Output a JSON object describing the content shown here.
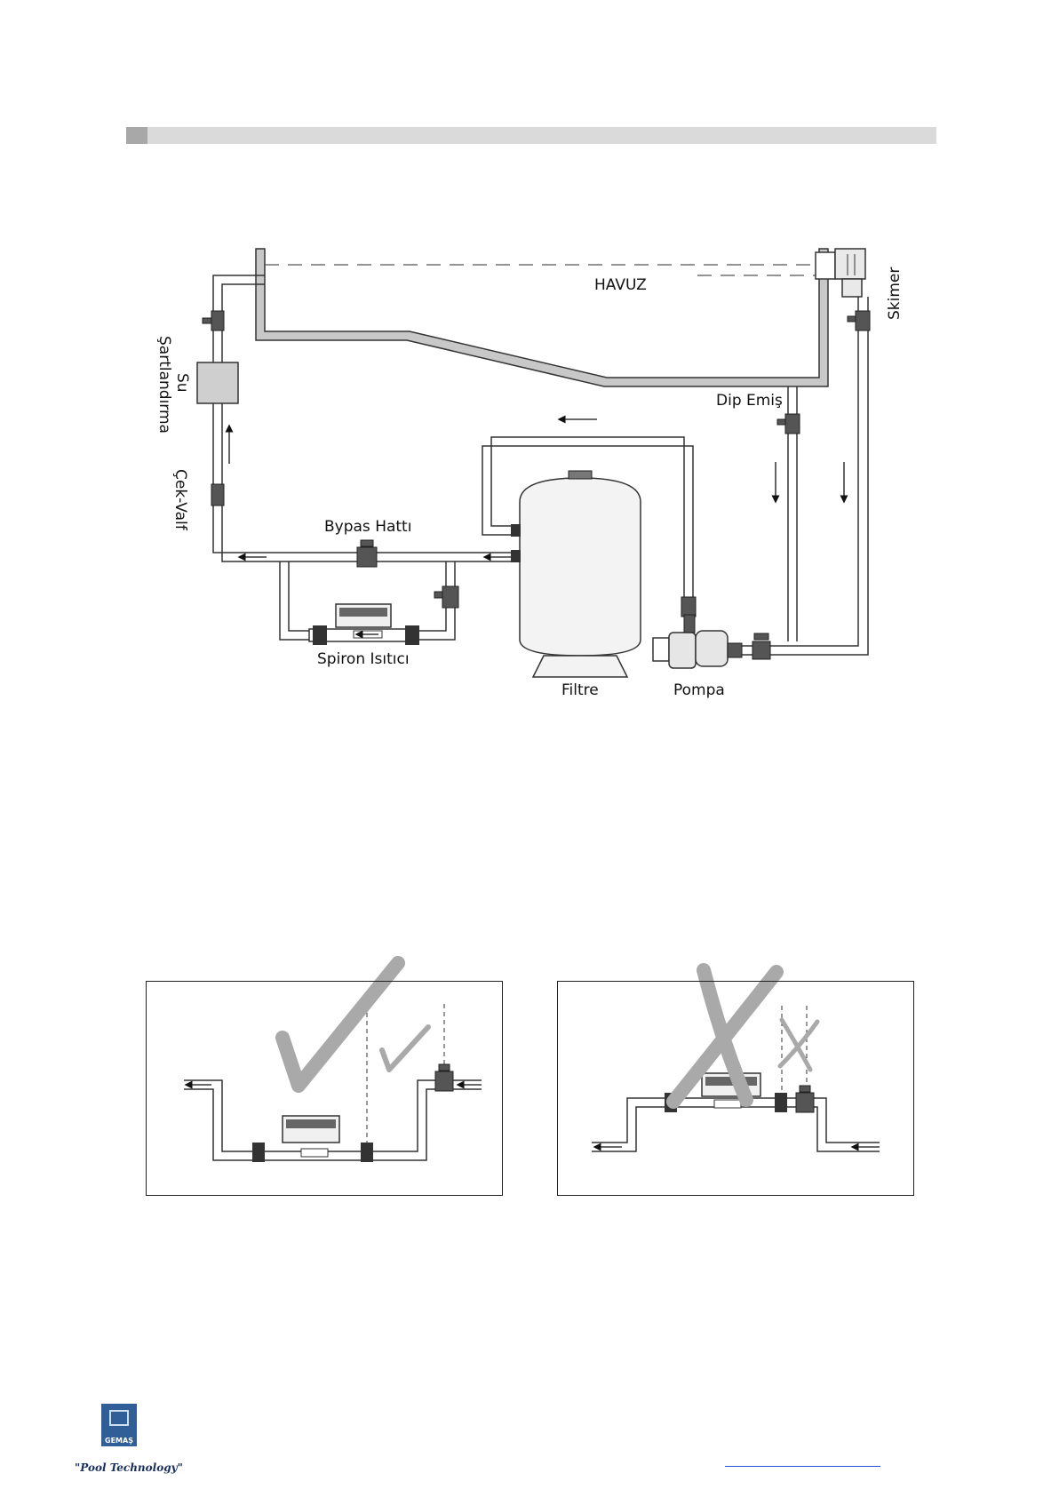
{
  "labels": {
    "pool": "HAVUZ",
    "skimmer": "Skimer",
    "bottom_suction": "Dip Emiş",
    "water_treatment_line1": "Su",
    "water_treatment_line2": "Şartlandırma",
    "check_valve": "Çek-Valf",
    "bypass_line": "Bypas Hattı",
    "heater": "Spiron Isıtıcı",
    "filter": "Filtre",
    "pump": "Pompa"
  },
  "footer": {
    "logo_name": "GEMAŞ",
    "slogan": "\"Pool Technology\""
  },
  "colors": {
    "pipe_stroke": "#333333",
    "pool_wall": "#c8c8c8",
    "header_bar": "#dadada",
    "check_mark": "#a9a9a9",
    "logo_blue": "#2f5f96"
  }
}
